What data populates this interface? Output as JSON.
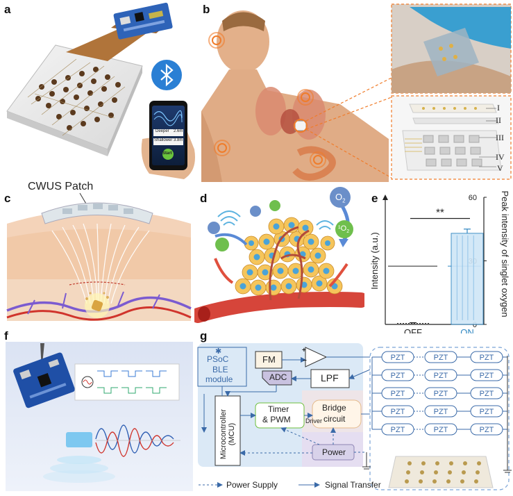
{
  "figure": {
    "panel_labels": [
      "a",
      "b",
      "c",
      "d",
      "e",
      "f",
      "g"
    ]
  },
  "panel_a": {
    "phone": {
      "row1_label": "Deeper",
      "row1_value": "2.6m",
      "row2_label": "Shallower",
      "row2_value": "3.8m",
      "button": "Start"
    }
  },
  "panel_b": {
    "layers": [
      "I",
      "II",
      "III",
      "IV",
      "V"
    ]
  },
  "panel_c": {
    "patch_label": "CWUS Patch"
  },
  "panel_d": {
    "o2_label": "O",
    "o2_sub": "2",
    "singlet_label": "¹O",
    "singlet_sub": "2"
  },
  "panel_e": {
    "chart_data": {
      "type": "bar",
      "categories": [
        "OFF",
        "ON"
      ],
      "values": [
        0.5,
        43
      ],
      "error": [
        0.3,
        2
      ],
      "ylabel_left": "Intensity (a.u.)",
      "ylabel_right": "Peak intensity of singlet oxygen",
      "ylim": [
        0,
        60
      ],
      "yticks": [
        "0",
        "30",
        "60"
      ],
      "significance": "**",
      "category_colors": [
        "#222222",
        "#2e86c1"
      ]
    }
  },
  "panel_g": {
    "blocks": {
      "psoc": [
        "PSoC",
        "BLE",
        "module"
      ],
      "fm": "FM",
      "adc": "ADC",
      "lpf": "LPF",
      "mcu": "Microcontroller (MCU)",
      "timer": [
        "Timer",
        "& PWM"
      ],
      "driver": "Driver",
      "bridge": [
        "Bridge",
        "circuit"
      ],
      "power": "Power"
    },
    "pzt_label": "PZT",
    "pzt_rows": 5,
    "legend": {
      "power_supply": "Power Supply",
      "signal_transfer": "Signal Transfer"
    }
  }
}
